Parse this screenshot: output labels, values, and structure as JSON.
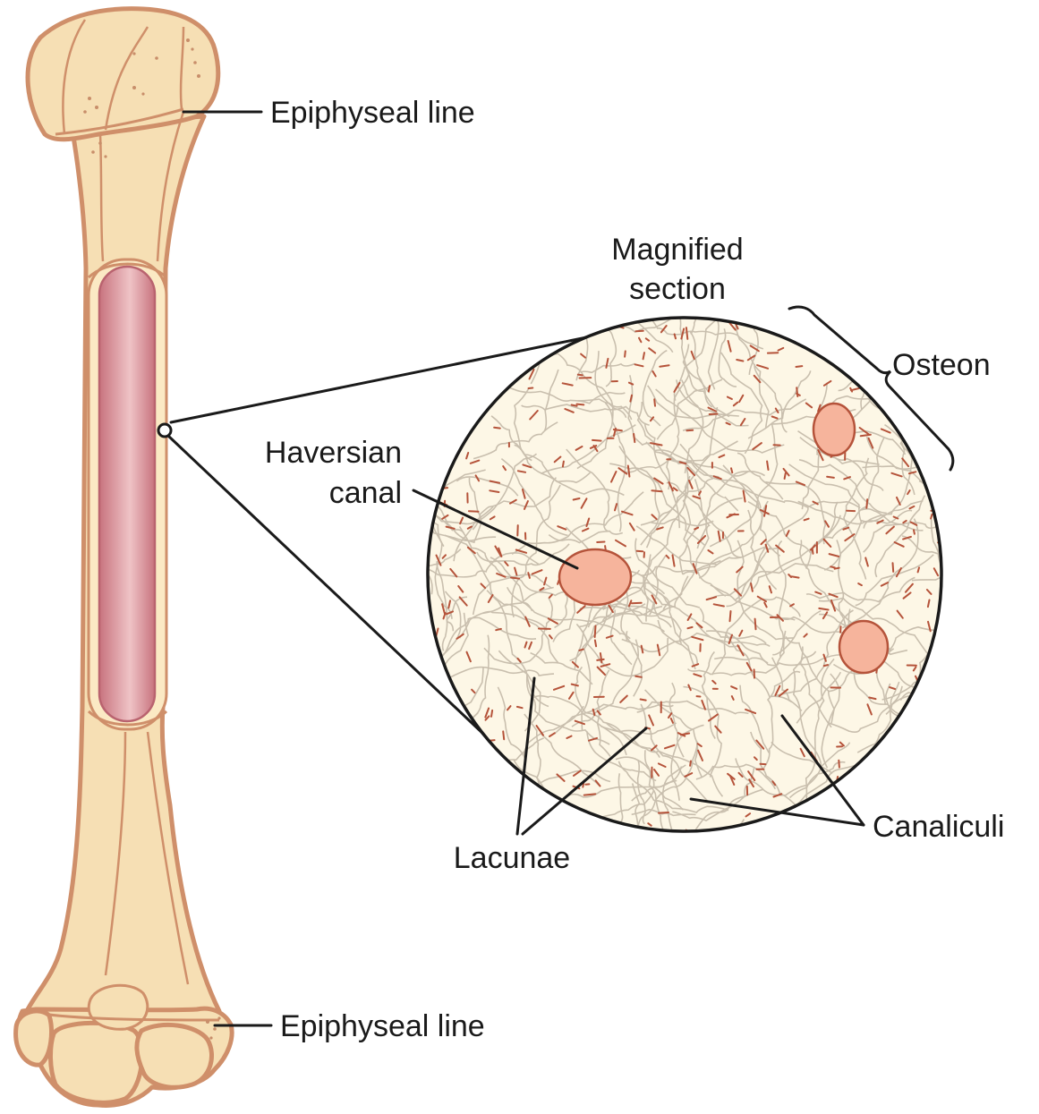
{
  "title": "",
  "labels": {
    "epiphyseal_top": "Epiphyseal line",
    "epiphyseal_bottom": "Epiphyseal line",
    "magnified_line1": "Magnified",
    "magnified_line2": "section",
    "osteon": "Osteon",
    "haversian_line1": "Haversian",
    "haversian_line2": "canal",
    "lacunae": "Lacunae",
    "canaliculi": "Canaliculi"
  },
  "colors": {
    "bone_fill": "#f6dfb4",
    "bone_outline": "#cf8f6a",
    "marrow_cavity": "#d9919b",
    "section_background": "#fdf7e6",
    "canaliculi_strands": "#c9bfae",
    "lacunae_marks": "#b5533a",
    "haversian_canal": "#f6b49c"
  }
}
